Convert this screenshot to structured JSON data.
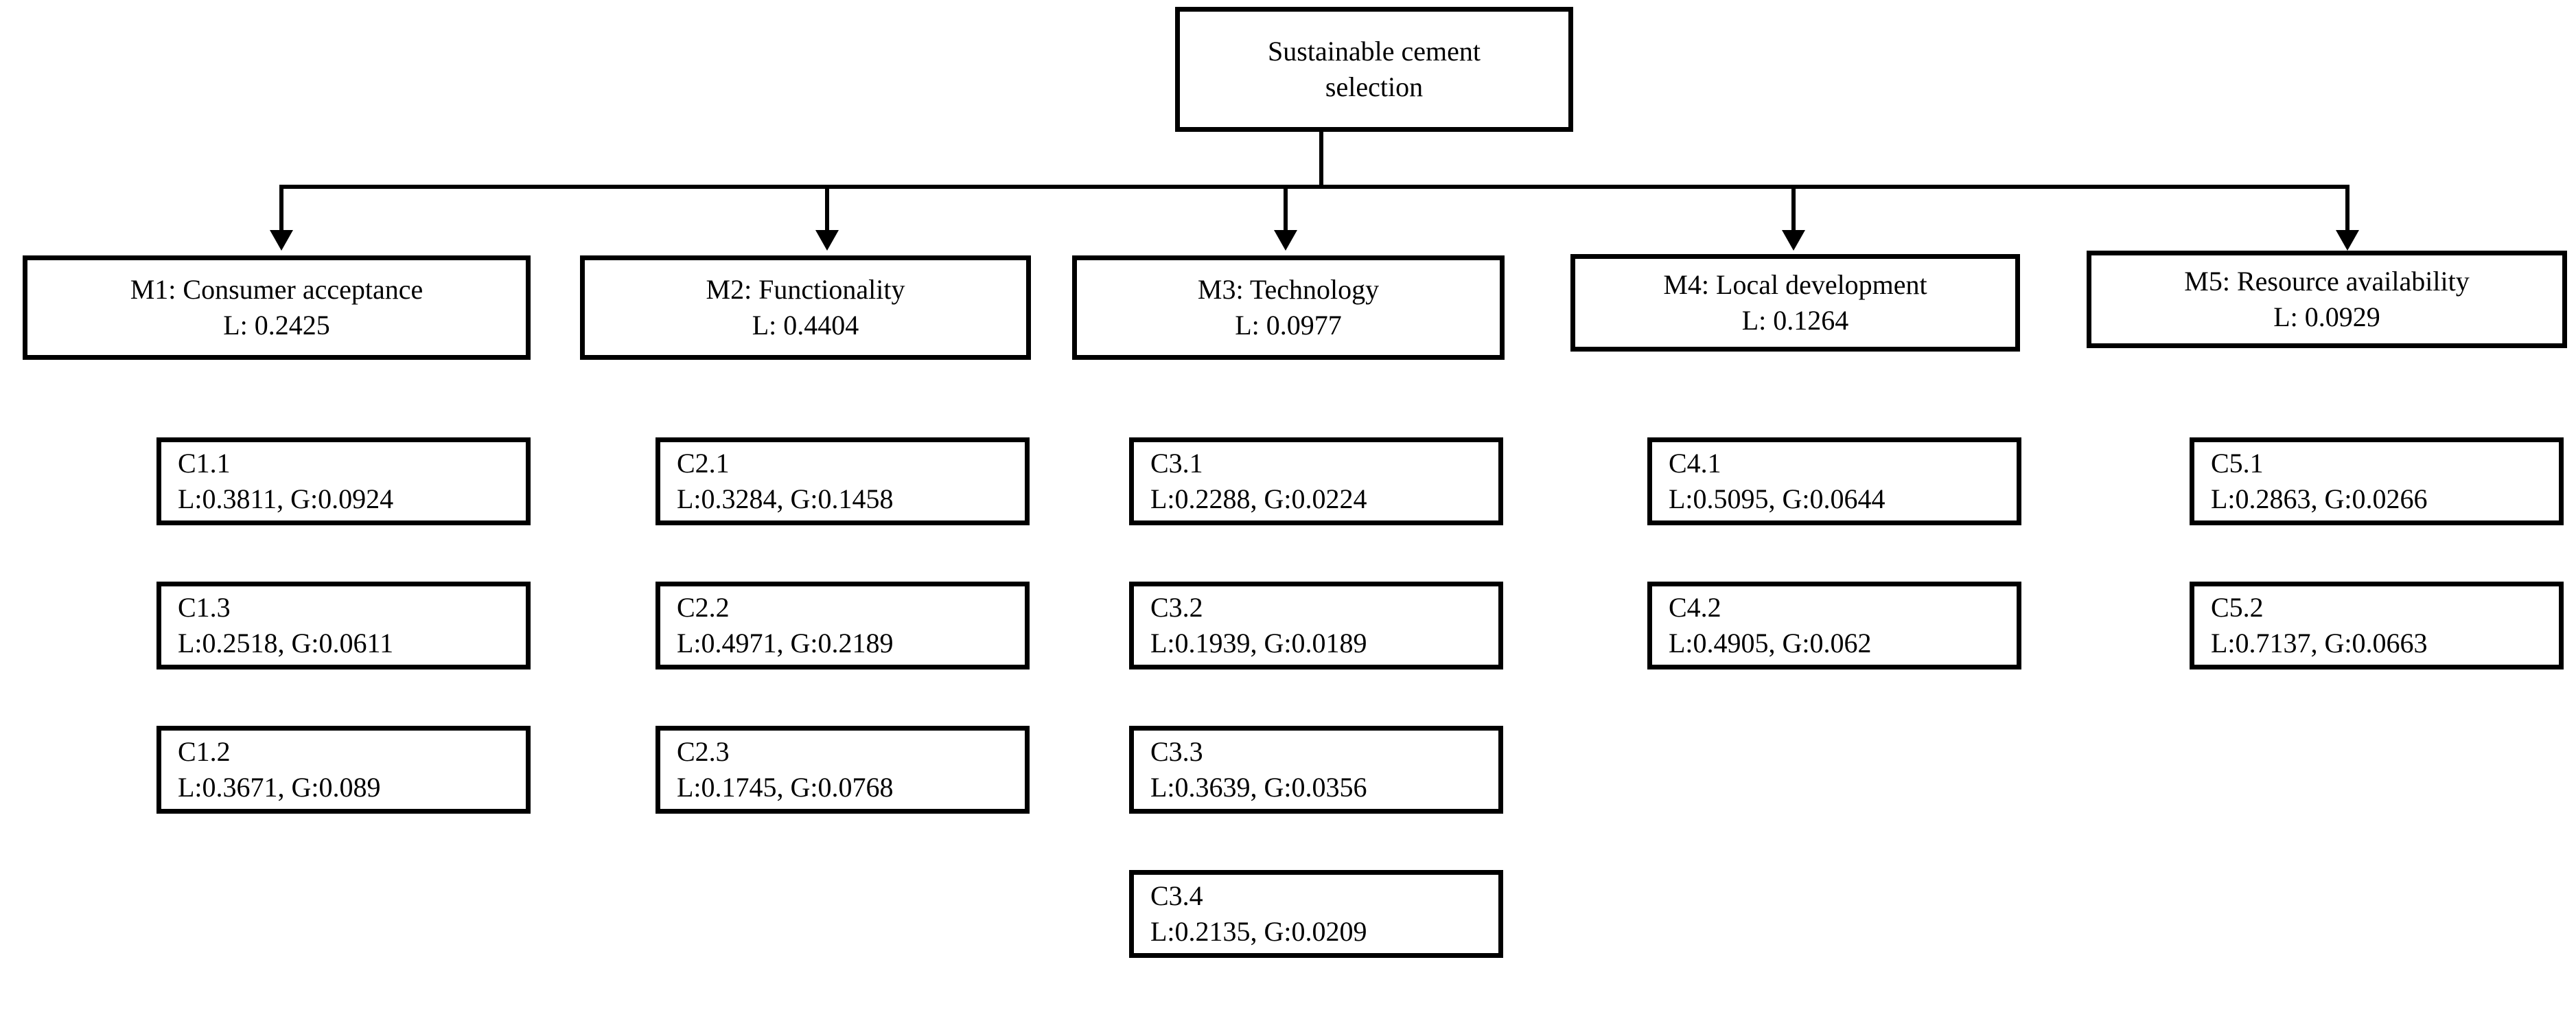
{
  "diagram": {
    "title_node": {
      "id": "goal",
      "lines": [
        "Sustainable cement",
        "selection"
      ]
    },
    "criteria": [
      {
        "id": "M1",
        "label": "M1: Consumer acceptance",
        "local": "L: 0.2425"
      },
      {
        "id": "M2",
        "label": "M2: Functionality",
        "local": "L: 0.4404"
      },
      {
        "id": "M3",
        "label": "M3: Technology",
        "local": "L: 0.0977"
      },
      {
        "id": "M4",
        "label": "M4: Local development",
        "local": "L: 0.1264"
      },
      {
        "id": "M5",
        "label": "M5: Resource availability",
        "local": "L: 0.0929"
      }
    ],
    "subcriteria": [
      [
        {
          "id": "C1.1",
          "weights": "L:0.3811, G:0.0924"
        },
        {
          "id": "C1.3",
          "weights": "L:0.2518, G:0.0611"
        },
        {
          "id": "C1.2",
          "weights": "L:0.3671, G:0.089"
        }
      ],
      [
        {
          "id": "C2.1",
          "weights": "L:0.3284, G:0.1458"
        },
        {
          "id": "C2.2",
          "weights": "L:0.4971, G:0.2189"
        },
        {
          "id": "C2.3",
          "weights": "L:0.1745, G:0.0768"
        }
      ],
      [
        {
          "id": "C3.1",
          "weights": "L:0.2288, G:0.0224"
        },
        {
          "id": "C3.2",
          "weights": "L:0.1939, G:0.0189"
        },
        {
          "id": "C3.3",
          "weights": "L:0.3639, G:0.0356"
        },
        {
          "id": "C3.4",
          "weights": "L:0.2135, G:0.0209"
        }
      ],
      [
        {
          "id": "C4.1",
          "weights": "L:0.5095, G:0.0644"
        },
        {
          "id": "C4.2",
          "weights": "L:0.4905, G:0.062"
        }
      ],
      [
        {
          "id": "C5.1",
          "weights": "L:0.2863, G:0.0266"
        },
        {
          "id": "C5.2",
          "weights": "L:0.7137, G:0.0663"
        }
      ]
    ],
    "colors": {
      "stroke": "#000000",
      "background": "#ffffff",
      "text": "#000000"
    }
  }
}
